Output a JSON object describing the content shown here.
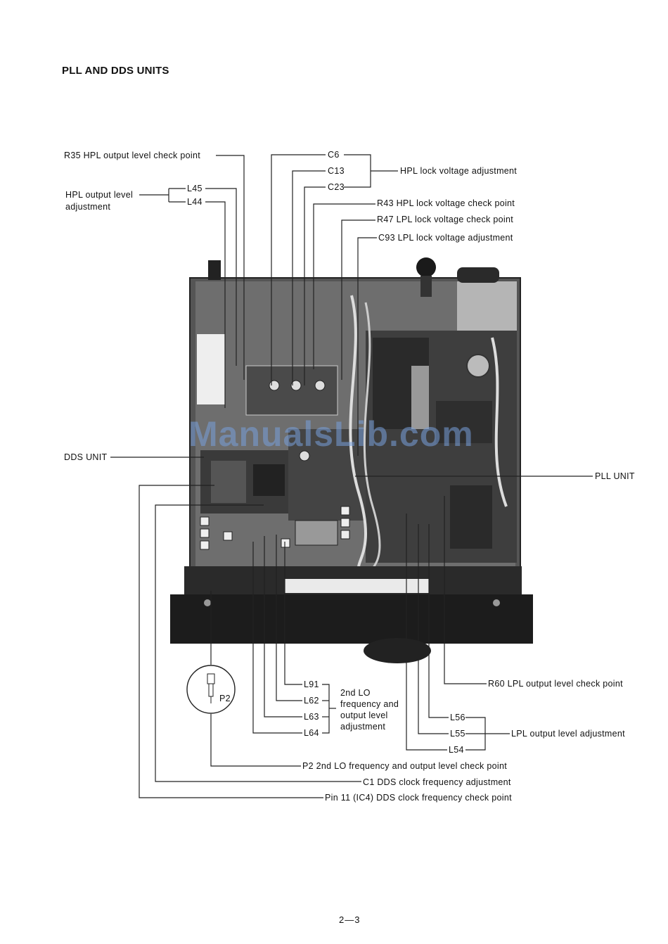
{
  "title": "PLL AND DDS UNITS",
  "page_number": "2—3",
  "watermark": "ManualsLib.com",
  "labels": {
    "r35": "R35  HPL output level check point",
    "hpl_adj_1": "HPL output level",
    "hpl_adj_2": "adjustment",
    "l45": "L45",
    "l44": "L44",
    "c6": "C6",
    "c13": "C13",
    "c23": "C23",
    "hpl_lock_adj": "HPL lock voltage adjustment",
    "r43": "R43  HPL lock voltage check point",
    "r47": "R47  LPL lock voltage check point",
    "c93": "C93  LPL lock voltage adjustment",
    "dds_unit": "DDS UNIT",
    "pll_unit": "PLL UNIT",
    "l91": "L91",
    "l62": "L62",
    "l63": "L63",
    "l64": "L64",
    "lo_1": "2nd LO",
    "lo_2": "frequency and",
    "lo_3": "output level",
    "lo_4": "adjustment",
    "r60": "R60  LPL output level check point",
    "l56": "L56",
    "l55": "L55",
    "l54": "L54",
    "lpl_adj": "LPL output level adjustment",
    "p2_inset": "P2",
    "p2": "P2  2nd LO frequency and output level check point",
    "c1": "C1  DDS clock frequency adjustment",
    "pin11": "Pin 11 (IC4) DDS clock frequency check point"
  }
}
